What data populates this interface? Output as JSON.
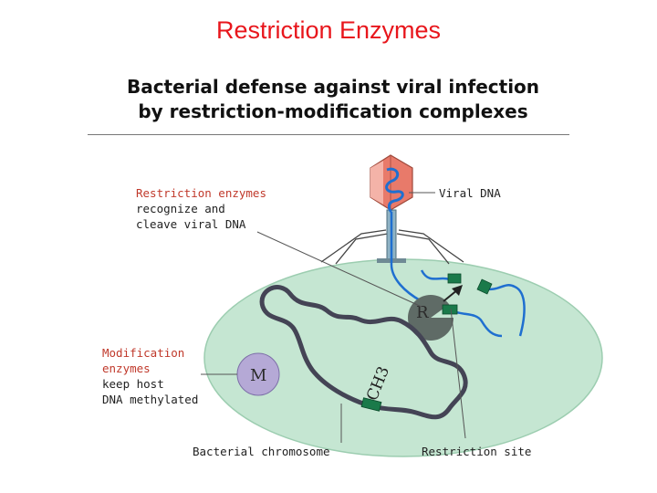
{
  "title": "Restriction Enzymes",
  "subtitle_lines": [
    "Bacterial defense against viral infection",
    "by restriction-modification complexes"
  ],
  "labels": {
    "restriction_enzymes": {
      "heading": "Restriction enzymes",
      "lines": [
        "recognize and",
        "cleave viral DNA"
      ]
    },
    "modification_enzymes": {
      "heading_lines": [
        "Modification",
        "enzymes"
      ],
      "lines": [
        "keep host",
        "DNA methylated"
      ]
    },
    "viral_dna": "Viral DNA",
    "bacterial_chromosome": "Bacterial chromosome",
    "restriction_site": "Restriction site",
    "restriction_enzyme_letter": "R",
    "modification_enzyme_letter": "M",
    "methyl_group": "CH3"
  },
  "colors": {
    "title": "#e8161c",
    "accent_label": "#c0392b",
    "cell_fill": "#c5e6d2",
    "chromosome": "#444455",
    "viral_dna": "#1f6fd0",
    "site_marker": "#1a7a4a",
    "phage_capsid": "#e87a6a",
    "restriction_enzyme": "#5f6b66",
    "modification_enzyme": "#b5a9d6"
  }
}
